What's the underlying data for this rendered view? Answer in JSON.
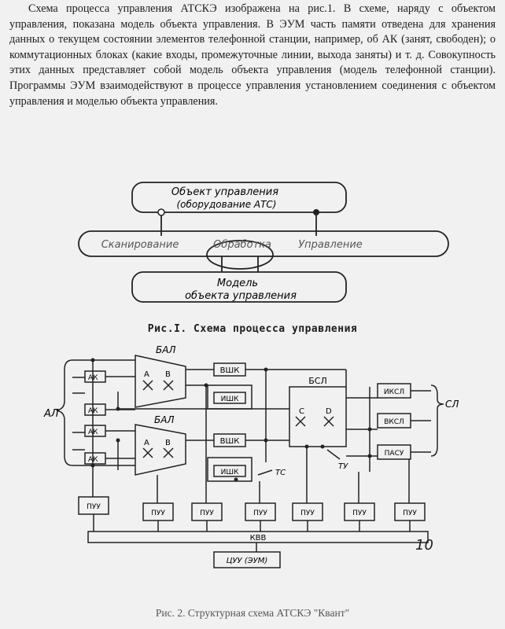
{
  "text": {
    "paragraph": "Схема процесса управления АТСКЭ изображена на рис.1. В схеме, наряду с объектом управления, показана модель объекта управления. В ЭУМ часть памяти отведена для хранения данных о текущем состоянии элементов телефонной станции, например, об АК (занят, свободен); о коммутационных блоках (какие входы, промежуточные линии, выхода заняты) и т. д. Совокупность этих данных представляет собой модель объекта управления (модель телефонной станции). Программы ЭУМ взаимодействуют в процессе управления установлением соединения с объектом управления и моделью объекта управления."
  },
  "fig1": {
    "top_line1": "Объект управления",
    "top_line2": "(оборудование АТС)",
    "middle": [
      "Сканирование",
      "Обработка",
      "Управление"
    ],
    "bottom_line1": "Модель",
    "bottom_line2": "объекта управления",
    "caption": "Рис.I. Схема процесса управления"
  },
  "fig2": {
    "al": "АЛ",
    "ak": "АК",
    "bal1": "БАЛ",
    "bal2": "БАЛ",
    "a": "А",
    "b": "В",
    "vshk": "ВШК",
    "ishk": "ИШК",
    "bsl": "БСЛ",
    "c": "С",
    "d": "D",
    "iksl": "ИКСЛ",
    "vksl": "ВКСЛ",
    "psu": "ПАСУ",
    "sl": "СЛ",
    "ts": "ТС",
    "tu": "ТУ",
    "puu": "ПУУ",
    "kvv": "КВВ",
    "cuu": "ЦУУ (ЭУМ)",
    "caption": "Рис. 2. Структурная схема АТСКЭ \"Квант\""
  },
  "page_number": "10"
}
